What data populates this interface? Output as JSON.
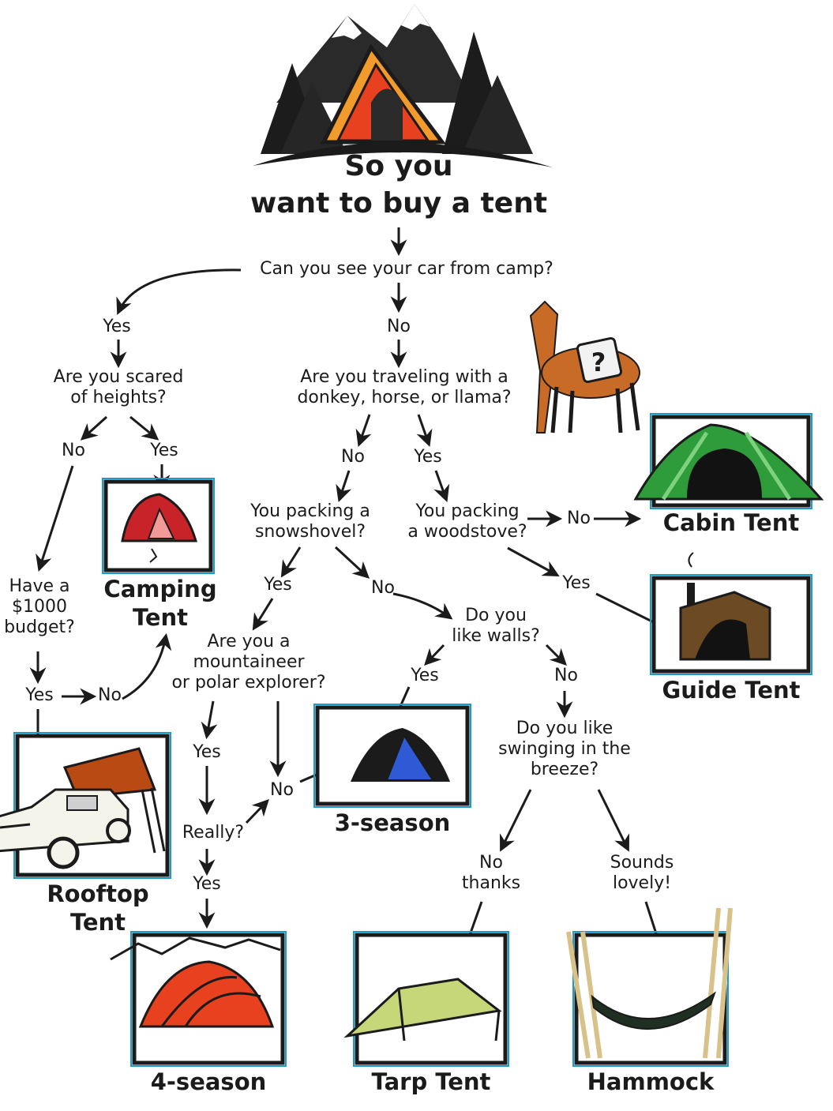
{
  "title": {
    "line1": "So you",
    "line2": "want to buy a tent"
  },
  "questions": {
    "car": "Can you see your car from camp?",
    "heights_1": "Are you scared",
    "heights_2": "of heights?",
    "animal_1": "Are you traveling with a",
    "animal_2": "donkey, horse, or llama?",
    "budget_1": "Have a",
    "budget_2": "$1000",
    "budget_3": "budget?",
    "snow_1": "You packing a",
    "snow_2": "snowshovel?",
    "stove_1": "You packing",
    "stove_2": "a woodstove?",
    "mount_1": "Are you a",
    "mount_2": "mountaineer",
    "mount_3": "or polar explorer?",
    "walls_1": "Do you",
    "walls_2": "like walls?",
    "swing_1": "Do you like",
    "swing_2": "swinging in the",
    "swing_3": "breeze?",
    "really": "Really?"
  },
  "answers": {
    "car_yes": "Yes",
    "car_no": "No",
    "heights_no": "No",
    "heights_yes": "Yes",
    "animal_no": "No",
    "animal_yes": "Yes",
    "stove_no": "No",
    "stove_yes": "Yes",
    "snow_yes": "Yes",
    "snow_no": "No",
    "budget_yes": "Yes",
    "budget_no": "No",
    "walls_yes": "Yes",
    "walls_no": "No",
    "mount_yes": "Yes",
    "mount_no": "No",
    "really_yes": "Yes",
    "swing_no_1": "No",
    "swing_no_2": "thanks",
    "swing_yes_1": "Sounds",
    "swing_yes_2": "lovely!"
  },
  "results": {
    "camping_1": "Camping",
    "camping_2": "Tent",
    "cabin": "Cabin Tent",
    "guide": "Guide Tent",
    "rooftop_1": "Rooftop",
    "rooftop_2": "Tent",
    "three_season": "3-season",
    "four_season": "4-season",
    "tarp": "Tarp Tent",
    "hammock": "Hammock"
  },
  "llama_badge": "?",
  "colors": {
    "frame": "#1a9ec8",
    "ink": "#1b1b1b",
    "tent_red": "#e8411f",
    "tent_orange": "#f39a2c",
    "cabin_green": "#2e9c3a",
    "blue_tent": "#2f5ad6",
    "tarp_green": "#c6d77a",
    "guide_brown": "#6b4a24",
    "forest": "#1c1c1c",
    "llama": "#c86b27"
  }
}
